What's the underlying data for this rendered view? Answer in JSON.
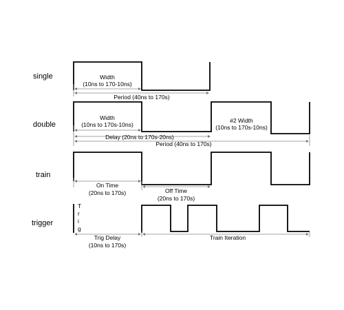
{
  "rows": {
    "single": {
      "label": "single",
      "width_label": "Width",
      "width_range": "(10ns to 170-10ns)",
      "period_label": "Period (40ns to 170s)"
    },
    "double": {
      "label": "double",
      "width_label": "Width",
      "width_range": "(10ns to 170s-10ns)",
      "second_width_label": "#2 Width",
      "second_width_range": "(10ns to 170s-10ns)",
      "delay_label": "Delay (20ns to 170s-20ns)",
      "period_label": "Period (40ns to 170s)"
    },
    "train": {
      "label": "train",
      "on_time_label": "On Time",
      "on_time_range": "(20ns to 170s)",
      "off_time_label": "Off Time",
      "off_time_range": "(20ns to 170s)"
    },
    "trigger": {
      "label": "trigger",
      "trig_letters": [
        "T",
        "r",
        "i",
        "g"
      ],
      "trig_delay_label": "Trig Delay",
      "trig_delay_range": "(10ns to 170s)",
      "train_iteration_label": "Train Iteration"
    }
  },
  "colors": {
    "waveform": "#000000",
    "dimension_line": "#888888"
  }
}
